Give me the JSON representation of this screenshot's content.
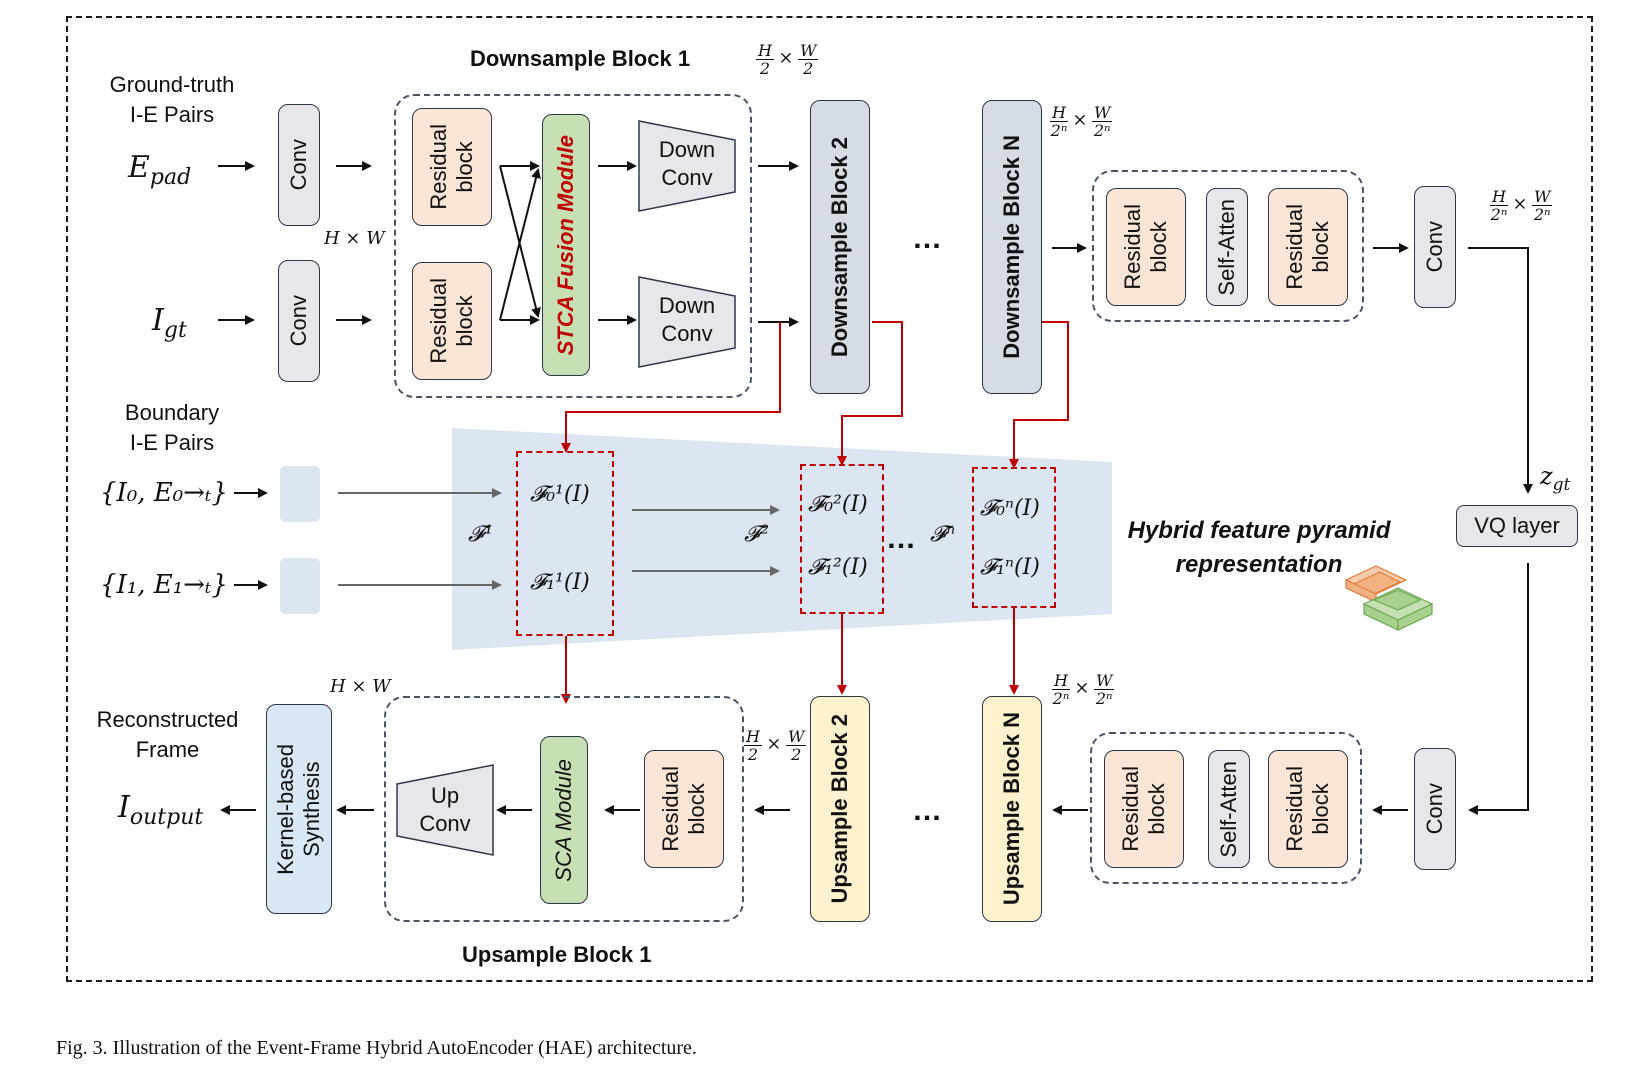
{
  "groups": {
    "downsample1": "Downsample Block 1",
    "upsample1": "Upsample Block 1"
  },
  "inputs": {
    "gt_heading": "Ground-truth\nI-E Pairs",
    "e_pad": "E",
    "e_pad_sub": "pad",
    "i_gt": "I",
    "i_gt_sub": "gt",
    "boundary_heading": "Boundary\nI-E Pairs",
    "boundary_0": "{I₀, E₀→ₜ}",
    "boundary_1": "{I₁, E₁→ₜ}"
  },
  "encoder": {
    "conv": "Conv",
    "residual": "Residual\nblock",
    "stca": "STCA Fusion Module",
    "down_conv": "Down\nConv",
    "ds2": "Downsample Block 2",
    "dsn": "Downsample Block N",
    "self_atten": "Self-Atten",
    "dots": "…"
  },
  "dims": {
    "hw": "H × W",
    "h2_num": "H",
    "h2_den": "2",
    "w2_num": "W",
    "w2_den": "2",
    "hn_num": "H",
    "hn_den": "2ⁿ",
    "wn_num": "W",
    "wn_den": "2ⁿ",
    "times": "×"
  },
  "latent": {
    "zgt": "z",
    "zgt_sub": "gt",
    "vq": "VQ layer"
  },
  "pyramid": {
    "f1_label": "𝓕¹",
    "f2_label": "𝓕²",
    "fn_label": "𝓕ⁿ",
    "f01": "𝓕₀¹(I)",
    "f11": "𝓕₁¹(I)",
    "f02": "𝓕₀²(I)",
    "f12": "𝓕₁²(I)",
    "f0n": "𝓕₀ⁿ(I)",
    "f1n": "𝓕₁ⁿ(I)",
    "dots": "…",
    "title": "Hybrid feature pyramid\nrepresentation"
  },
  "decoder": {
    "conv": "Conv",
    "residual": "Residual\nblock",
    "self_atten": "Self-Atten",
    "usn": "Upsample Block N",
    "us2": "Upsample Block 2",
    "sca": "SCA Module",
    "up_conv": "Up\nConv",
    "kernel": "Kernel-based\nSynthesis",
    "recon_heading": "Reconstructed\nFrame",
    "output": "I",
    "output_sub": "output",
    "dots": "…"
  },
  "caption": "Fig. 3.  Illustration of the Event-Frame Hybrid AutoEncoder (HAE) architecture.",
  "colors": {
    "red": "#c00000",
    "pyramid_bg": "#dce6f2",
    "residual": "#fbe5d6",
    "fusion": "#c6e0b4",
    "kernel": "#dae8f5",
    "upsample": "#fff2cc",
    "downsample": "#d6dce4"
  }
}
